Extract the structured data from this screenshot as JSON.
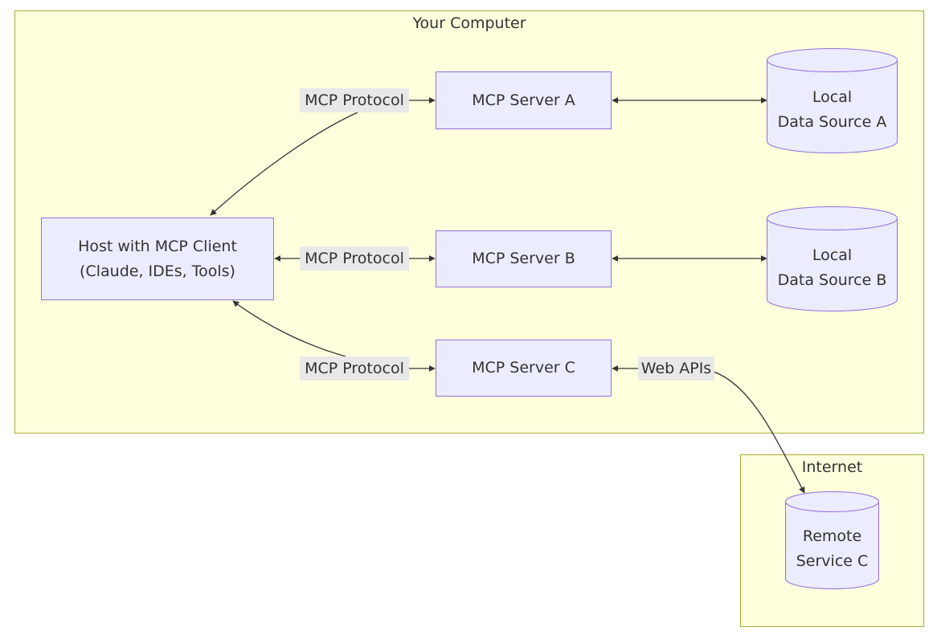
{
  "groups": {
    "your_computer": {
      "title": "Your Computer"
    },
    "internet": {
      "title": "Internet"
    }
  },
  "nodes": {
    "host": {
      "line1": "Host with MCP Client",
      "line2": "(Claude, IDEs, Tools)"
    },
    "server_a": {
      "label": "MCP Server A"
    },
    "server_b": {
      "label": "MCP Server B"
    },
    "server_c": {
      "label": "MCP Server C"
    },
    "source_a": {
      "line1": "Local",
      "line2": "Data Source A"
    },
    "source_b": {
      "line1": "Local",
      "line2": "Data Source B"
    },
    "remote_c": {
      "line1": "Remote",
      "line2": "Service C"
    }
  },
  "edge_labels": {
    "protocol_a": "MCP Protocol",
    "protocol_b": "MCP Protocol",
    "protocol_c": "MCP Protocol",
    "web_apis": "Web APIs"
  },
  "colors": {
    "group_fill": "#ffffde",
    "group_border": "#aaaa33",
    "node_fill": "#ececff",
    "node_border": "#9370db",
    "label_bg": "#e8e8e8",
    "edge": "#333333"
  }
}
